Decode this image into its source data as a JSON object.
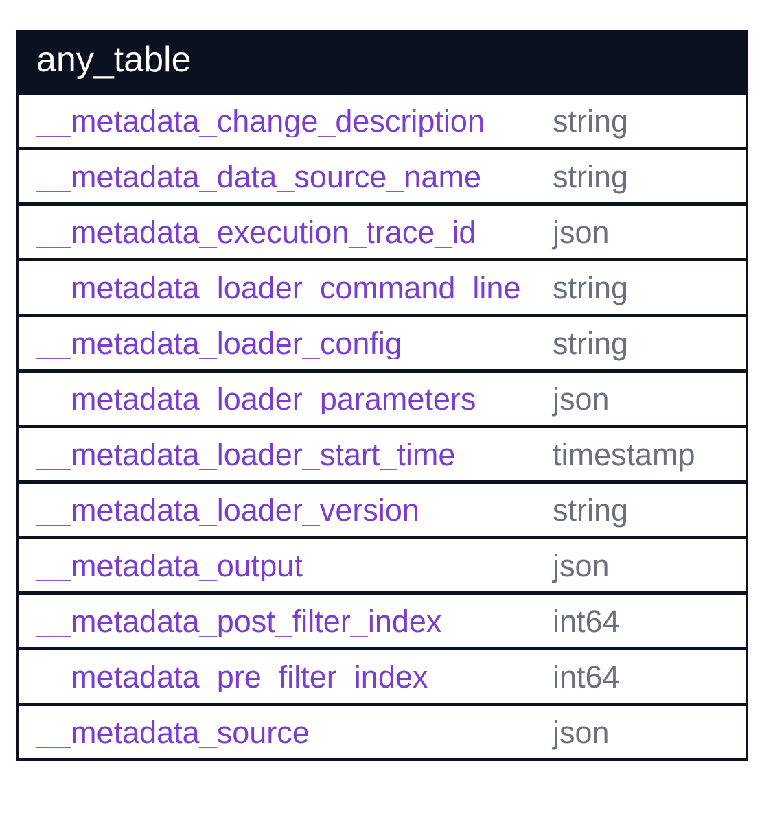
{
  "table": {
    "title": "any_table",
    "rows": [
      {
        "name": "__metadata_change_description",
        "type": "string"
      },
      {
        "name": "__metadata_data_source_name",
        "type": "string"
      },
      {
        "name": "__metadata_execution_trace_id",
        "type": "json"
      },
      {
        "name": "__metadata_loader_command_line",
        "type": "string"
      },
      {
        "name": "__metadata_loader_config",
        "type": "string"
      },
      {
        "name": "__metadata_loader_parameters",
        "type": "json"
      },
      {
        "name": "__metadata_loader_start_time",
        "type": "timestamp"
      },
      {
        "name": "__metadata_loader_version",
        "type": "string"
      },
      {
        "name": "__metadata_output",
        "type": "json"
      },
      {
        "name": "__metadata_post_filter_index",
        "type": "int64"
      },
      {
        "name": "__metadata_pre_filter_index",
        "type": "int64"
      },
      {
        "name": "__metadata_source",
        "type": "json"
      }
    ]
  },
  "colors": {
    "header_bg": "#0c1120",
    "border": "#0c1120",
    "header_text": "#ffffff",
    "name_text": "#7a3dd0",
    "type_text": "#6a7080",
    "row_bg": "#ffffff"
  }
}
